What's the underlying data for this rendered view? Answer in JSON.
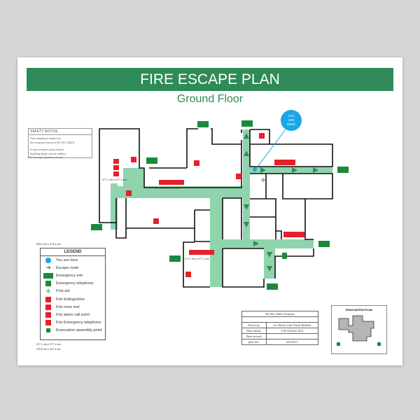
{
  "title": "FIRE ESCAPE PLAN",
  "subtitle": "Ground Floor",
  "you_are_here": [
    "YOU",
    "ARE",
    "HERE"
  ],
  "safety_notice": {
    "heading": "SAFETY NOTICE",
    "lines": [
      "This drawing is based on",
      "the example found in BS ISO 23601",
      "It was created using Visual",
      "Building Basic and an added"
    ],
    "extra": "Fire Escape symbols stencil"
  },
  "dimension_labels": [
    "377.1 mm x 377.1 mm",
    "377.1 mm x 377.1 mm",
    "377.1 mm x 377.1 mm",
    "609.6 mm x 373.4 mm",
    "377.1 mm x 377.1 mm",
    "278.8 mm x 207.3 mm"
  ],
  "legend": {
    "heading": "LEGEND",
    "items": [
      {
        "label": "You are here",
        "icon": "you-are-here-dot"
      },
      {
        "label": "Escape route",
        "icon": "escape-route-arrow"
      },
      {
        "label": "Emergency exit",
        "icon": "emergency-exit-sign"
      },
      {
        "label": "Emergency telephone",
        "icon": "emergency-telephone-sign"
      },
      {
        "label": "First aid",
        "icon": "first-aid-cross"
      },
      {
        "label": "Fire Extinguisher",
        "icon": "fire-extinguisher-sign"
      },
      {
        "label": "Fire hose reel",
        "icon": "fire-hose-reel-sign"
      },
      {
        "label": "Fire alarm call point",
        "icon": "fire-alarm-call-point-sign"
      },
      {
        "label": "Fire Emergency telephone",
        "icon": "fire-emergency-telephone-sign"
      },
      {
        "label": "Evacuation assembly point",
        "icon": "assembly-point-sign"
      }
    ]
  },
  "title_block": {
    "heading": "BS ISO 23601 Example",
    "rows": [
      {
        "label": "Drawn by:",
        "value": "Les Player with Visual Bulletin"
      },
      {
        "label": "Date drawn:",
        "value": "27th October 2012"
      },
      {
        "label": "Date revised:",
        "value": ""
      },
      {
        "label": "plan No.:",
        "value": "20120271"
      }
    ]
  },
  "evacuation_plan": {
    "heading": "EVACUATION PLAN"
  },
  "colors": {
    "green": "#2e8b57",
    "route": "#8fd4ad",
    "red": "#e5202a",
    "you_are_here": "#1aa6e6"
  }
}
